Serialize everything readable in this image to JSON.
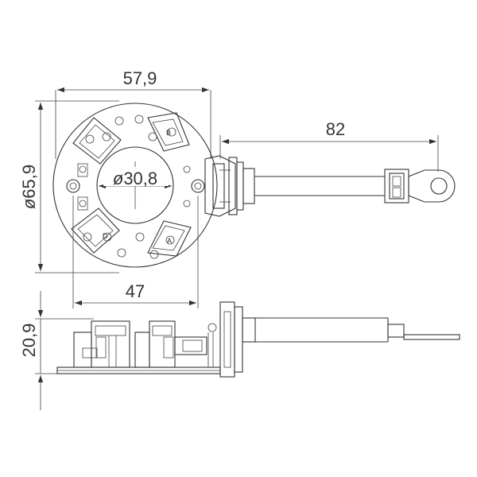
{
  "dimensions": {
    "outer_width": "57,9",
    "outer_diameter": "65,9",
    "inner_diameter": "30,8",
    "cable_length": "82",
    "mounting_width": "47",
    "height": "20,9"
  },
  "brush_labels": {
    "top": "B",
    "bottom_right": "A",
    "bottom_left": "D"
  },
  "colors": {
    "line": "#333333",
    "background": "#ffffff"
  }
}
